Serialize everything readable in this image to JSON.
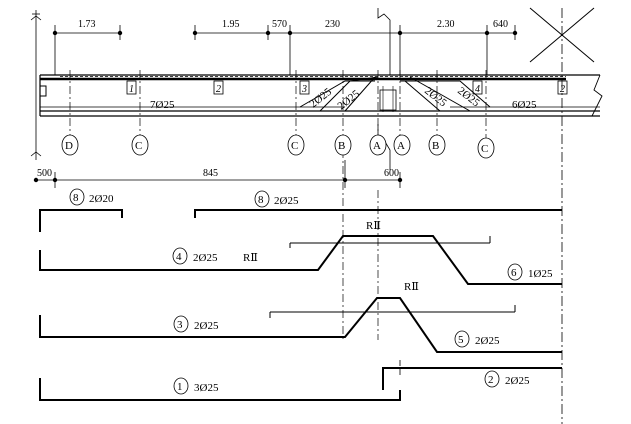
{
  "dimensions": {
    "top": [
      "1.73",
      "1.95",
      "570",
      "230",
      "2.30",
      "640"
    ],
    "bottom": [
      "500",
      "845",
      "600"
    ]
  },
  "axes": [
    "D",
    "C",
    "C",
    "B",
    "A",
    "A",
    "B",
    "C"
  ],
  "beam_marks": {
    "m1": "1",
    "m2a": "2",
    "m3": "3",
    "m4": "4",
    "m2b": "2",
    "bar_7": "7Ø25",
    "bar_6": "6Ø25",
    "diag_1": "2Ø25",
    "diag_2": "2Ø25",
    "diag_3": "2Ø25",
    "diag_4": "2Ø25"
  },
  "bars": [
    {
      "num": "8",
      "spec": "2Ø20"
    },
    {
      "num": "8",
      "spec": "2Ø25"
    },
    {
      "num": "4",
      "spec": "2Ø25",
      "extra": "RⅡ"
    },
    {
      "num": "6",
      "spec": "1Ø25"
    },
    {
      "num": "3",
      "spec": "2Ø25"
    },
    {
      "num": "5",
      "spec": "2Ø25"
    },
    {
      "num": "1",
      "spec": "3Ø25"
    },
    {
      "num": "2",
      "spec": "2Ø25"
    }
  ],
  "r_labels": [
    "RⅡ",
    "RⅡ"
  ]
}
